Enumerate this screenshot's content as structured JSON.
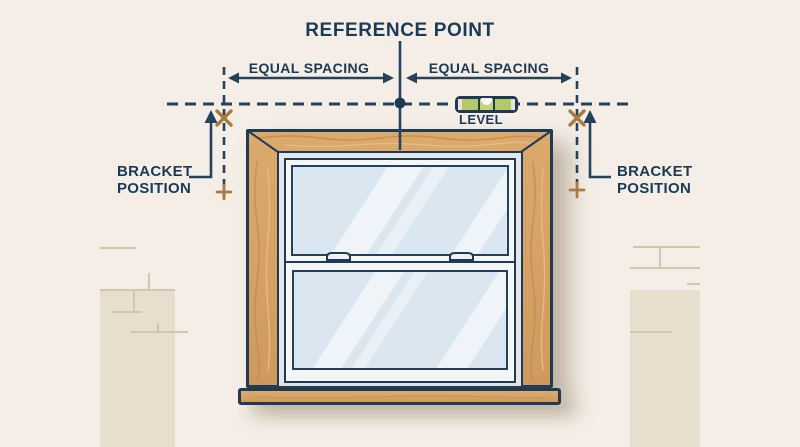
{
  "labels": {
    "title": "REFERENCE POINT",
    "equal_spacing_left": "EQUAL SPACING",
    "equal_spacing_right": "EQUAL SPACING",
    "level": "LEVEL",
    "bracket_left": {
      "line1": "BRACKET",
      "line2": "POSITION"
    },
    "bracket_right": {
      "line1": "BRACKET",
      "line2": "POSITION"
    }
  },
  "icons": {
    "level": "spirit-level-icon",
    "reference_dot": "reference-point-dot",
    "bracket_marks": [
      "x-mark-left",
      "x-mark-right",
      "plus-mark-left",
      "plus-mark-right"
    ],
    "arrows": [
      "equal-spacing-arrow-left",
      "equal-spacing-arrow-right",
      "bracket-pointer-left",
      "bracket-pointer-right"
    ]
  },
  "colors": {
    "navy_line": "#24425e",
    "navy_text": "#1b3a57",
    "marker_orange": "#ad7940",
    "wall": "#f4eee6",
    "wall_block": "#e7decd",
    "brick_joint": "#d4c5ae",
    "wood": "#d5a164",
    "wood_grain_dark": "#bf8a50",
    "wood_grain_light": "#e6bc86",
    "glass": "#dbe7f0",
    "sash_white": "#f5f7f7",
    "level_green": "#b4c968",
    "level_bubble": "#fdfdf6"
  }
}
